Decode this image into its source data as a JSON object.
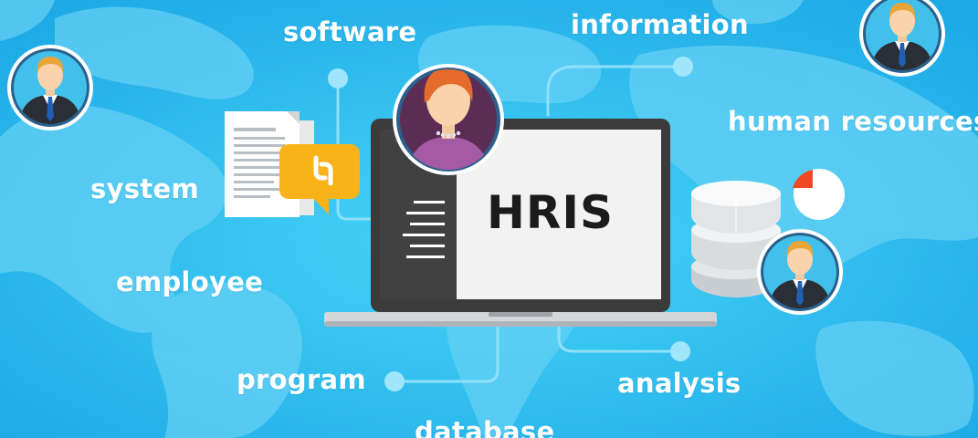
{
  "labels": {
    "software": "software",
    "information": "information",
    "human_resources": "human resources",
    "system": "system",
    "employee": "employee",
    "program": "program",
    "analysis": "analysis",
    "database": "database"
  },
  "screen_title": "HRIS",
  "colors": {
    "background": "#29b9ee",
    "map": "#63d0f5",
    "avatar_ring": "#2b5f8c",
    "avatar_bg_man": "#42c0ec",
    "avatar_bg_woman": "#5b2d55",
    "chat_bubble": "#f9b318",
    "pie_accent": "#f04a24"
  },
  "icons": [
    "man-avatar-icon",
    "woman-avatar-icon",
    "document-icon",
    "chat-bubble-icon",
    "database-icon",
    "pie-chart-icon",
    "laptop-icon"
  ]
}
